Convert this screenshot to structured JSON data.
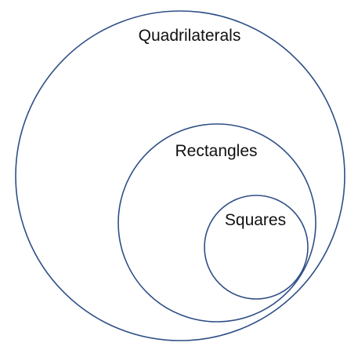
{
  "diagram": {
    "stroke_color": "#2f4f86",
    "background": "#ffffff",
    "sets": {
      "outer": {
        "label": "Quadrilaterals"
      },
      "middle": {
        "label": "Rectangles"
      },
      "inner": {
        "label": "Squares"
      }
    },
    "relationship": "nested"
  }
}
